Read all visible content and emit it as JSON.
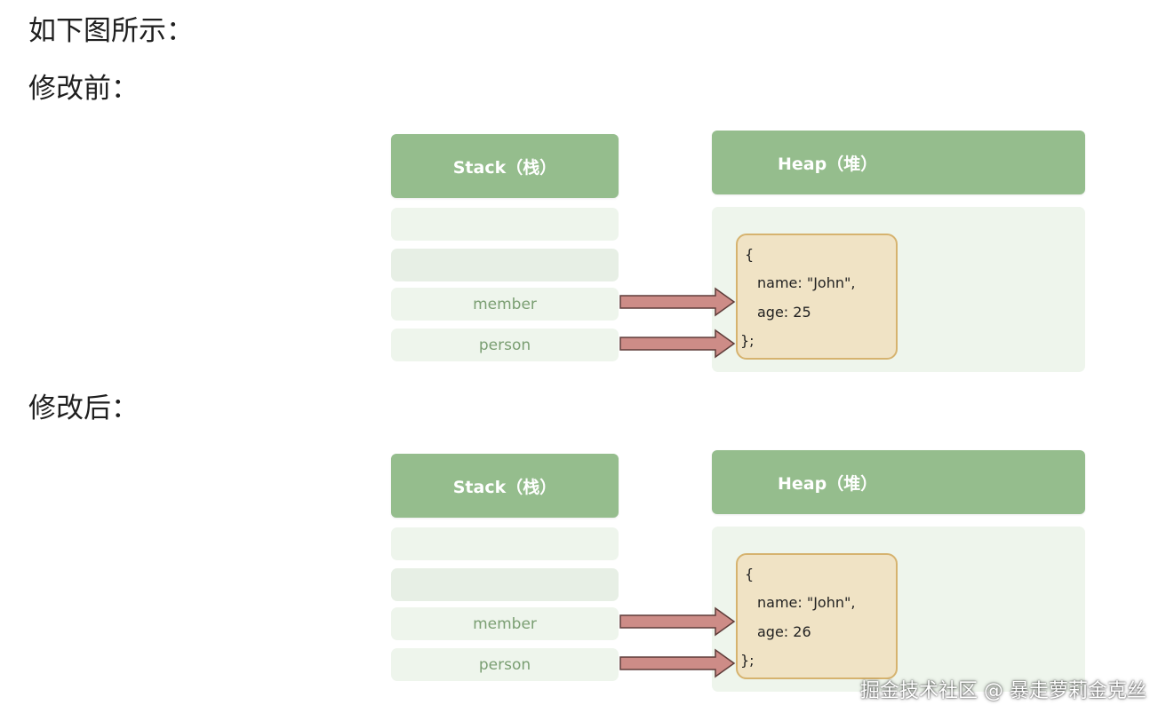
{
  "intro_text": "如下图所示：",
  "before": {
    "heading": "修改前：",
    "stack_title": "Stack（栈）",
    "heap_title": "Heap（堆）",
    "stack_cells": [
      "",
      "",
      "member",
      "person"
    ],
    "object": {
      "open": "{",
      "name_line": "name: \"John\",",
      "age_line": "age: 25",
      "close": "};"
    }
  },
  "after": {
    "heading": "修改后：",
    "stack_title": "Stack（栈）",
    "heap_title": "Heap（堆）",
    "stack_cells": [
      "",
      "",
      "member",
      "person"
    ],
    "object": {
      "open": "{",
      "name_line": "name: \"John\",",
      "age_line": "age: 26",
      "close": "};"
    }
  },
  "watermark": "掘金技术社区 @ 暴走萝莉金克丝",
  "colors": {
    "header_green": "#95bd8d",
    "cell_green": "#eef5ec",
    "object_fill": "#f0e3c5",
    "object_border": "#d6b36f",
    "arrow_fill": "#cd8c87",
    "arrow_stroke": "#5f3d3a"
  }
}
